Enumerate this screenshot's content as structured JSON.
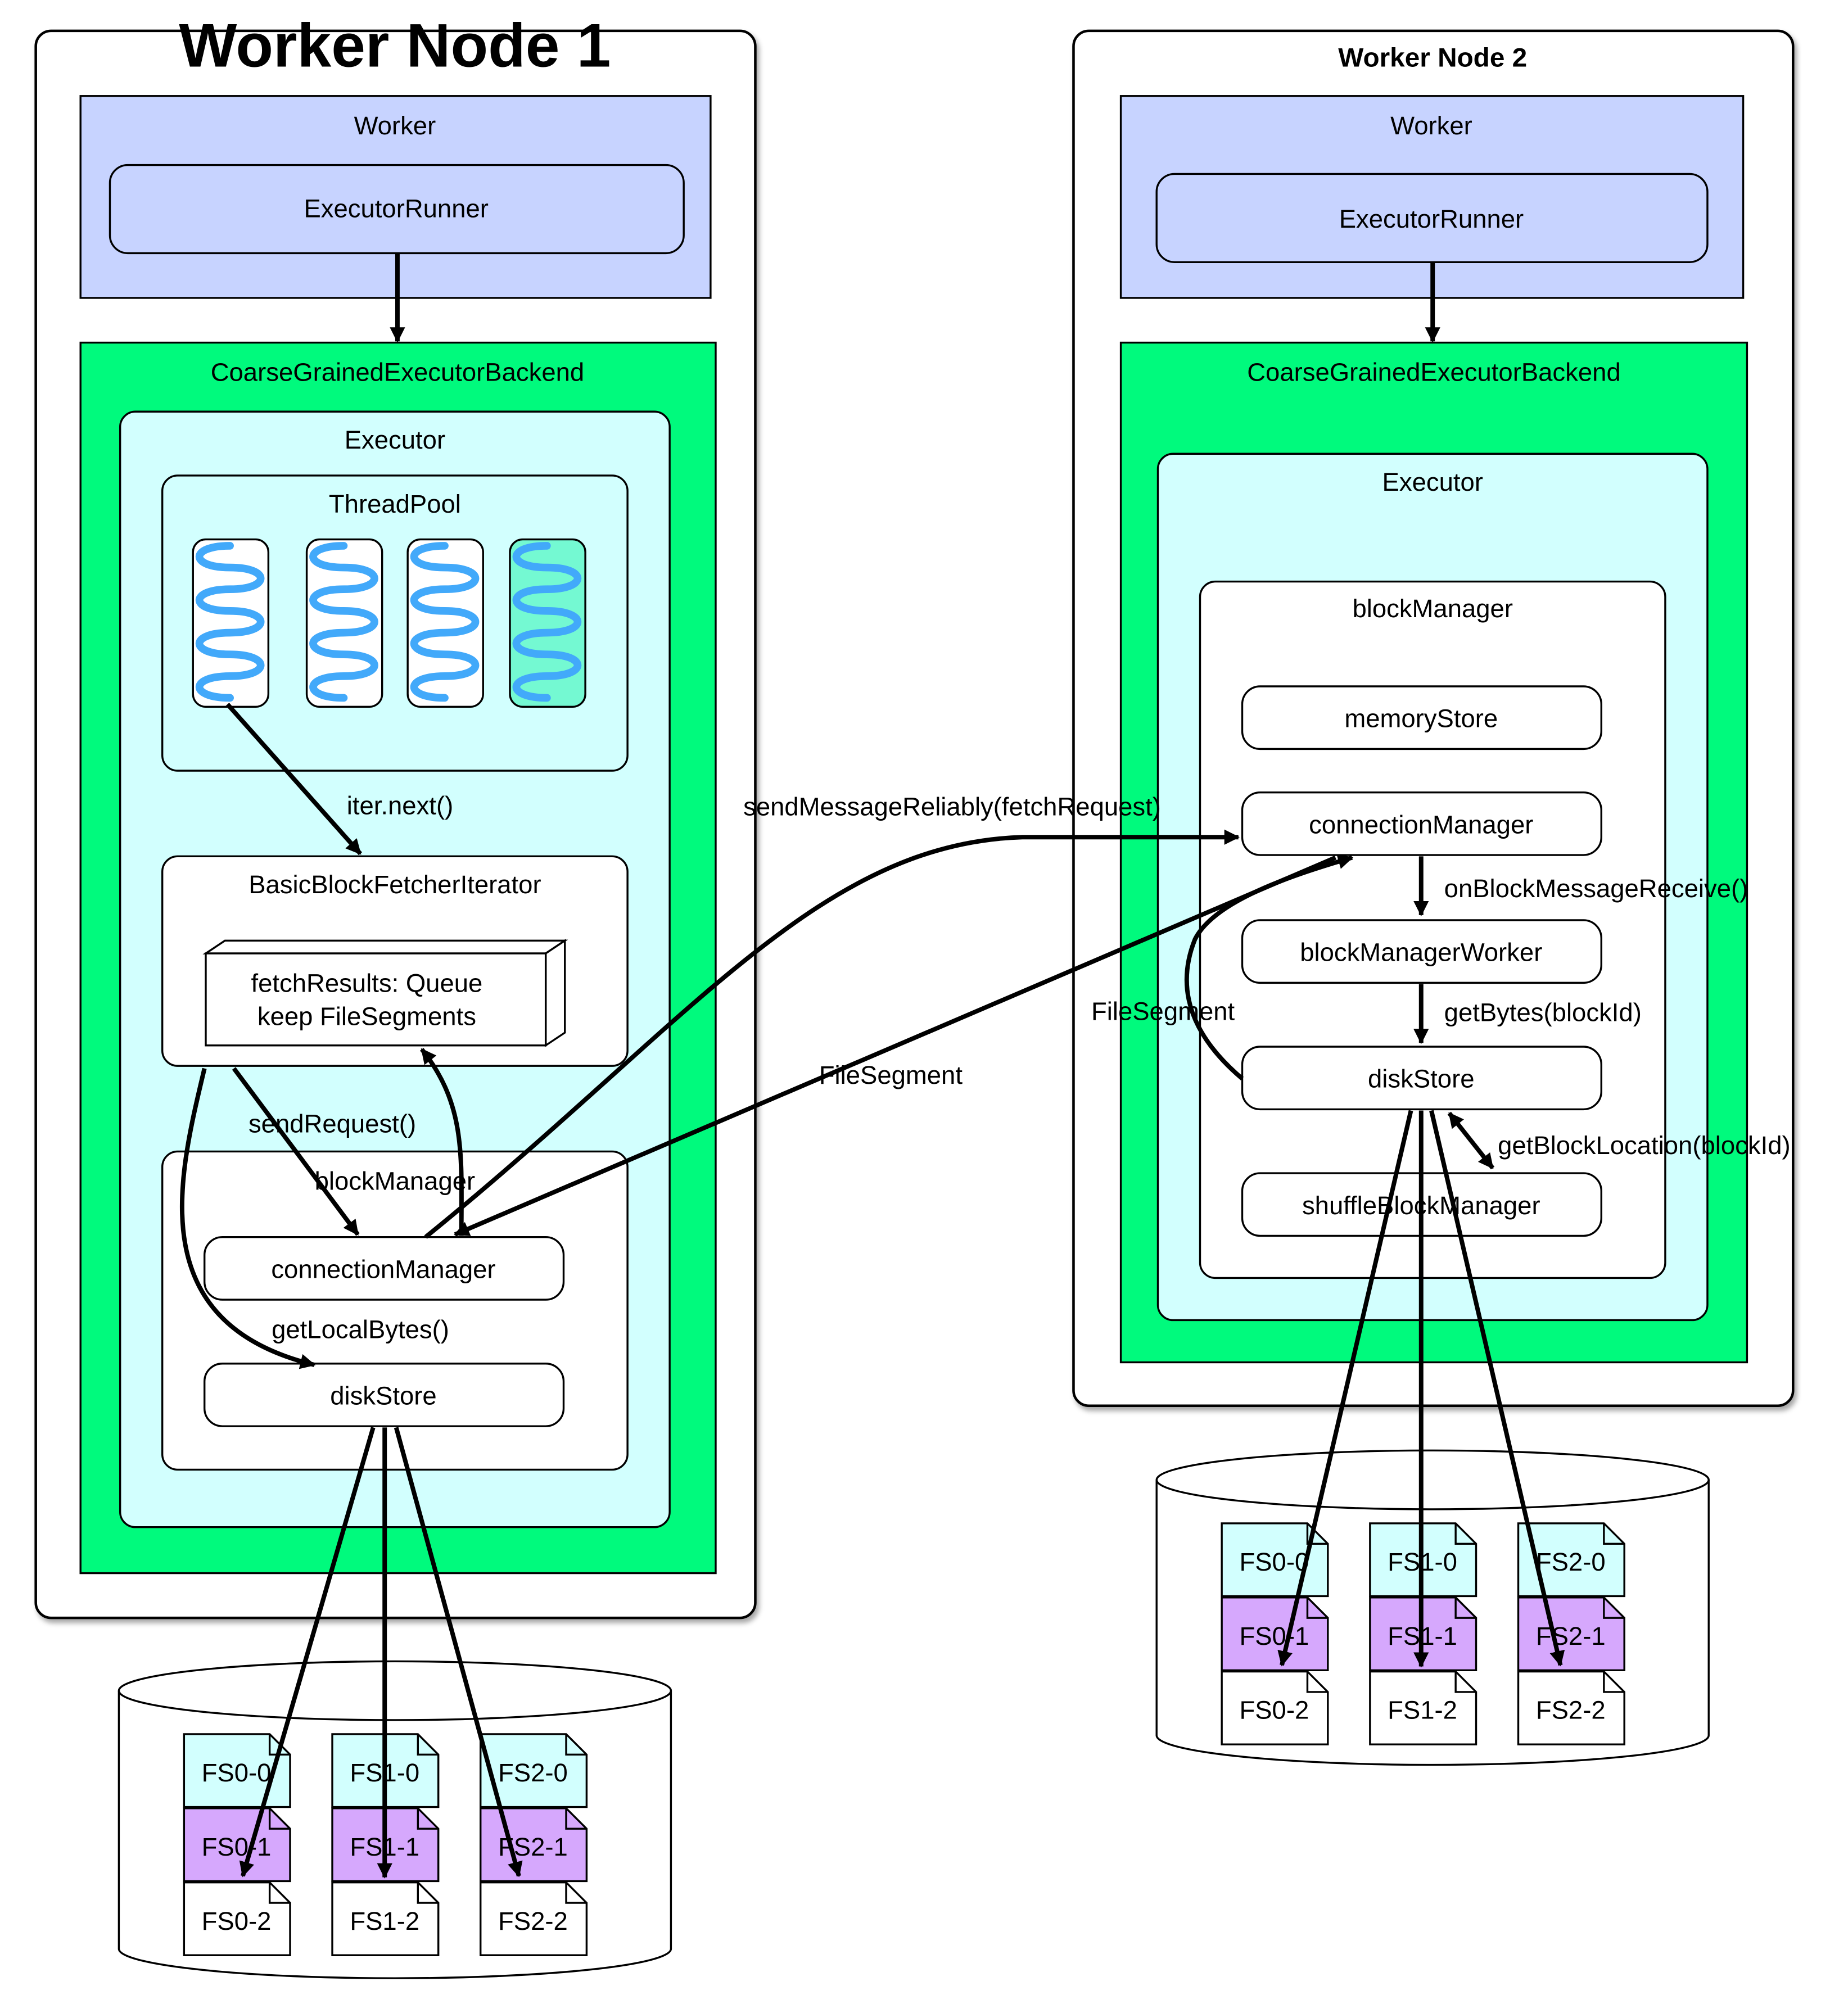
{
  "nodes": {
    "worker_node_1": "Worker Node 1",
    "worker_node_2": "Worker Node 2",
    "worker": "Worker",
    "executor_runner": "ExecutorRunner",
    "backend": "CoarseGrainedExecutorBackend",
    "executor": "Executor",
    "thread_pool": "ThreadPool",
    "iterator": "BasicBlockFetcherIterator",
    "fetch_results_line1": "fetchResults: Queue",
    "fetch_results_line2": "keep FileSegments",
    "block_manager": "blockManager",
    "connection_manager": "connectionManager",
    "disk_store": "diskStore",
    "memory_store": "memoryStore",
    "block_manager_worker": "blockManagerWorker",
    "shuffle_block_manager": "shuffleBlockManager"
  },
  "edge_labels": {
    "iter_next": "iter.next()",
    "send_request": "sendRequest()",
    "get_local_bytes": "getLocalBytes()",
    "send_message": "sendMessageReliably(fetchRequest)",
    "on_block_message": "onBlockMessageReceive()",
    "get_bytes": "getBytes(blockId)",
    "get_block_location": "getBlockLocation(blockId)",
    "file_segment_1": "FileSegment",
    "file_segment_2": "FileSegment"
  },
  "file_segments": [
    "FS0-0",
    "FS1-0",
    "FS2-0",
    "FS0-1",
    "FS1-1",
    "FS2-1",
    "FS0-2",
    "FS1-2",
    "FS2-2"
  ],
  "colors": {
    "worker": "#c7d3ff",
    "backend": "#00fa7d",
    "executor": "#d2fffe",
    "thread_active": "#74f9d2",
    "thread_wave": "#42a9fa",
    "fs_row0": "#d2fffe",
    "fs_row1": "#d6a8fd",
    "fs_row2": "#ffffff"
  }
}
